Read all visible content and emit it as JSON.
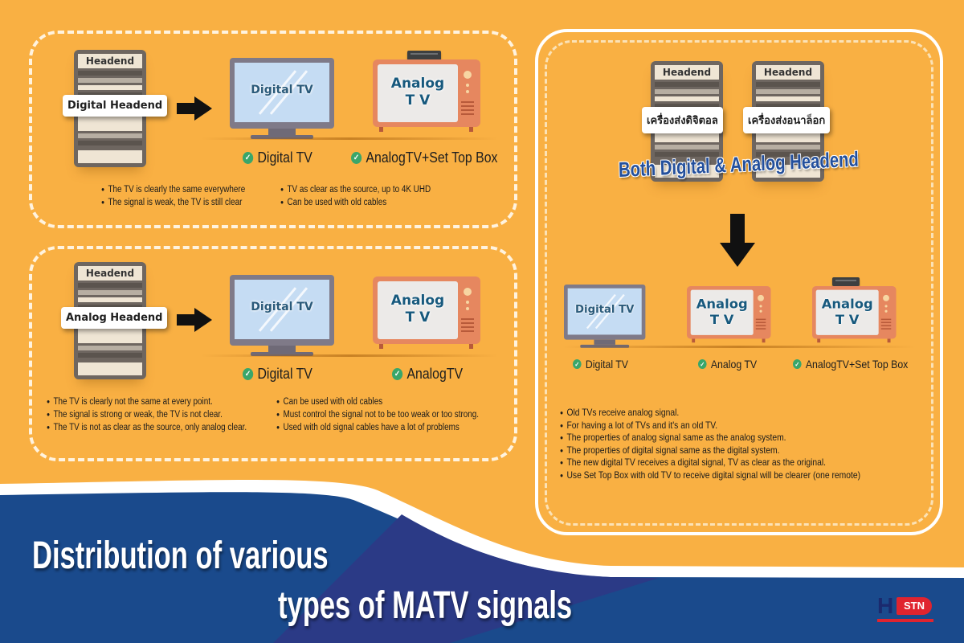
{
  "colors": {
    "background": "#f9b043",
    "banner_blue": "#1a4a8c",
    "banner_indigo": "#2b3a86",
    "check_green": "#3aa66a",
    "title_blue": "#234f9c",
    "analog_tv_body": "#e6875f"
  },
  "title": {
    "line1": "Distribution of various",
    "line2": "types of MATV signals"
  },
  "logo": {
    "h": "H",
    "stn": "STN"
  },
  "digital_panel": {
    "headend_title": "Headend",
    "headend_label": "Digital Headend",
    "tv1_text": "Digital TV",
    "tv2_text_line1": "Analog",
    "tv2_text_line2": "T V",
    "check1": "Digital TV",
    "check2": "AnalogTV+Set Top Box",
    "bullets_left": [
      "The TV is clearly the same everywhere",
      "The signal is weak, the TV is still clear"
    ],
    "bullets_right": [
      "TV as clear as the source, up to 4K UHD",
      "Can be used with old cables"
    ]
  },
  "analog_panel": {
    "headend_title": "Headend",
    "headend_label": "Analog Headend",
    "tv1_text": "Digital TV",
    "tv2_text_line1": "Analog",
    "tv2_text_line2": "T V",
    "check1": "Digital TV",
    "check2": "AnalogTV",
    "bullets_left": [
      "The TV is clearly not the same at every point.",
      "The signal is strong or weak, the TV is not clear.",
      "The TV is not as clear as the source, only analog clear."
    ],
    "bullets_right": [
      "Can be used with old cables",
      "Must control the signal not to be too weak or  too strong.",
      "Used with old signal cables have a lot of problems"
    ]
  },
  "both_panel": {
    "headend1_title": "Headend",
    "headend1_label": "เครื่องส่งดิจิตอล",
    "headend2_title": "Headend",
    "headend2_label": "เครื่องส่งอนาล็อก",
    "heading": "Both Digital & Analog Headend",
    "tv1_text": "Digital TV",
    "tv2_text_line1": "Analog",
    "tv2_text_line2": "T V",
    "tv3_text_line1": "Analog",
    "tv3_text_line2": "T V",
    "check1": "Digital TV",
    "check2": "Analog TV",
    "check3": "AnalogTV+Set Top Box",
    "bullets": [
      "Old TVs receive analog signal.",
      "For having a lot of TVs and it's an old TV.",
      "The properties of analog signal same as the analog system.",
      "The properties of digital signal same as the digital system.",
      "The new digital TV receives a digital signal, TV as clear as the original.",
      "Use Set Top Box with old TV to receive digital signal will be clearer (one remote)"
    ]
  }
}
